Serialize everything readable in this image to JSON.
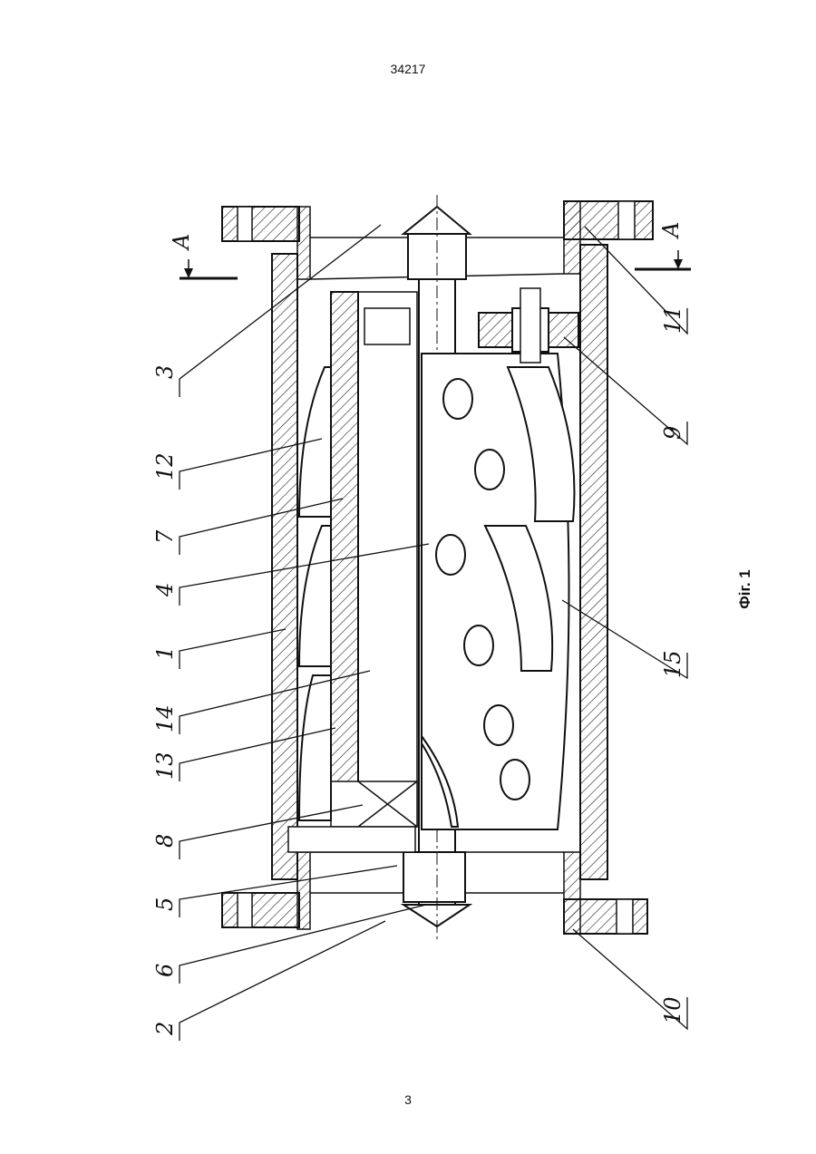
{
  "document": {
    "patent_number": "34217",
    "page_number": "3",
    "figure_caption": "Фіг. 1"
  },
  "drawing": {
    "section_marks": [
      "A",
      "A"
    ],
    "part_labels": [
      "3",
      "12",
      "7",
      "4",
      "1",
      "14",
      "13",
      "8",
      "5",
      "6",
      "2",
      "11",
      "9",
      "15",
      "10"
    ]
  }
}
